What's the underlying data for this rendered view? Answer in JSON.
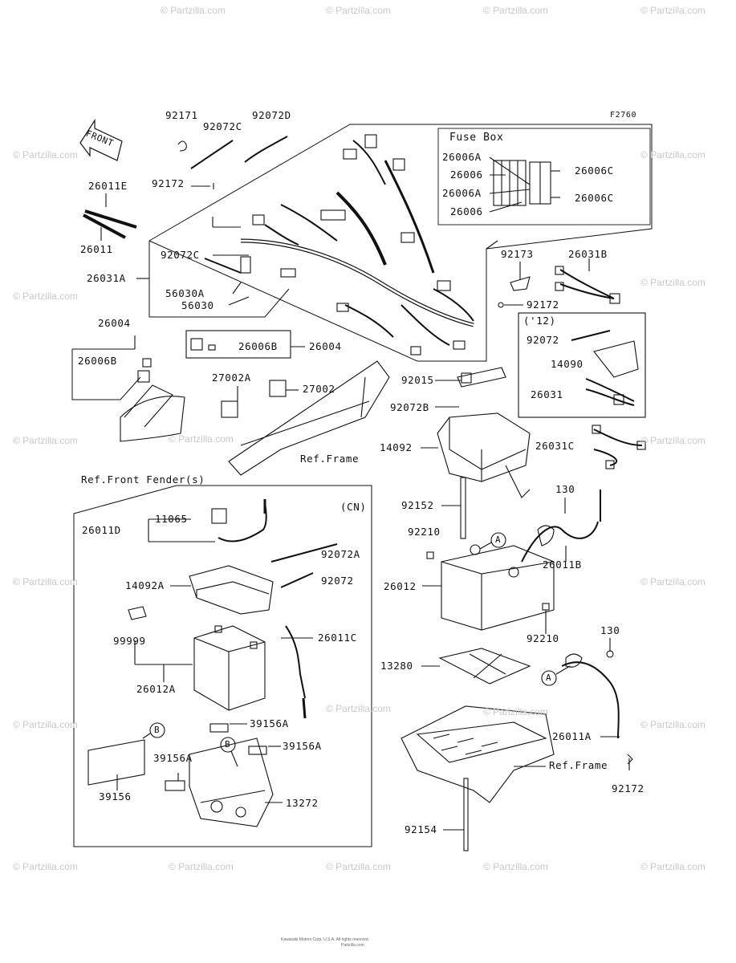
{
  "figure_code": "F2760",
  "watermark_text": "© Partzilla.com",
  "front_arrow_text": "FRONT",
  "fuse_box": {
    "title": "Fuse Box",
    "left_labels": [
      "26006A",
      "26006",
      "26006A",
      "26006"
    ],
    "right_labels": [
      "26006C",
      "26006C"
    ]
  },
  "top_labels": {
    "p92171": "92171",
    "p92072D": "92072D",
    "p92072C_top": "92072C",
    "p92172_top": "92172",
    "p26011E": "26011E",
    "p26011": "26011",
    "p92072C_mid": "92072C",
    "p26031A": "26031A",
    "p56030A": "56030A",
    "p56030": "56030",
    "p26004_top": "26004",
    "p26006B_left": "26006B",
    "p26006B_box": "26006B",
    "p26004_right": "26004",
    "p27002A": "27002A",
    "p27002": "27002",
    "ref_frame_1": "Ref.Frame",
    "ref_front_fender": "Ref.Front Fender(s)"
  },
  "right_labels": {
    "p92173": "92173",
    "p26031B": "26031B",
    "p92172_right": "92172",
    "note_12": "('12)",
    "p92072": "92072",
    "p14090": "14090",
    "p26031": "26031",
    "p92015": "92015",
    "p92072B": "92072B",
    "p14092": "14092",
    "p26031C": "26031C",
    "p92152": "92152",
    "p130_a": "130",
    "p92210_a": "92210",
    "p26011B": "26011B",
    "p26012": "26012",
    "p92210_b": "92210",
    "p13280": "13280",
    "p130_b": "130",
    "p26011A": "26011A",
    "ref_frame_2": "Ref.Frame",
    "p92172_bottom": "92172",
    "p92154": "92154",
    "callout_A1": "A",
    "callout_A2": "A"
  },
  "cn_box": {
    "title": "(CN)",
    "p11065": "11065",
    "p26011D": "26011D",
    "p92072A": "92072A",
    "p14092A": "14092A",
    "p92072": "92072",
    "p99999": "99999",
    "p26011C": "26011C",
    "p26012A": "26012A",
    "p39156A_1": "39156A",
    "p39156A_2": "39156A",
    "p39156A_3": "39156A",
    "p39156": "39156",
    "p13272": "13272",
    "callout_B1": "B",
    "callout_B2": "B"
  },
  "footer_text_1": "Kawasaki Motors Corp. U.S.A. All rights reserved.",
  "footer_text_2": "Partzilla.com"
}
